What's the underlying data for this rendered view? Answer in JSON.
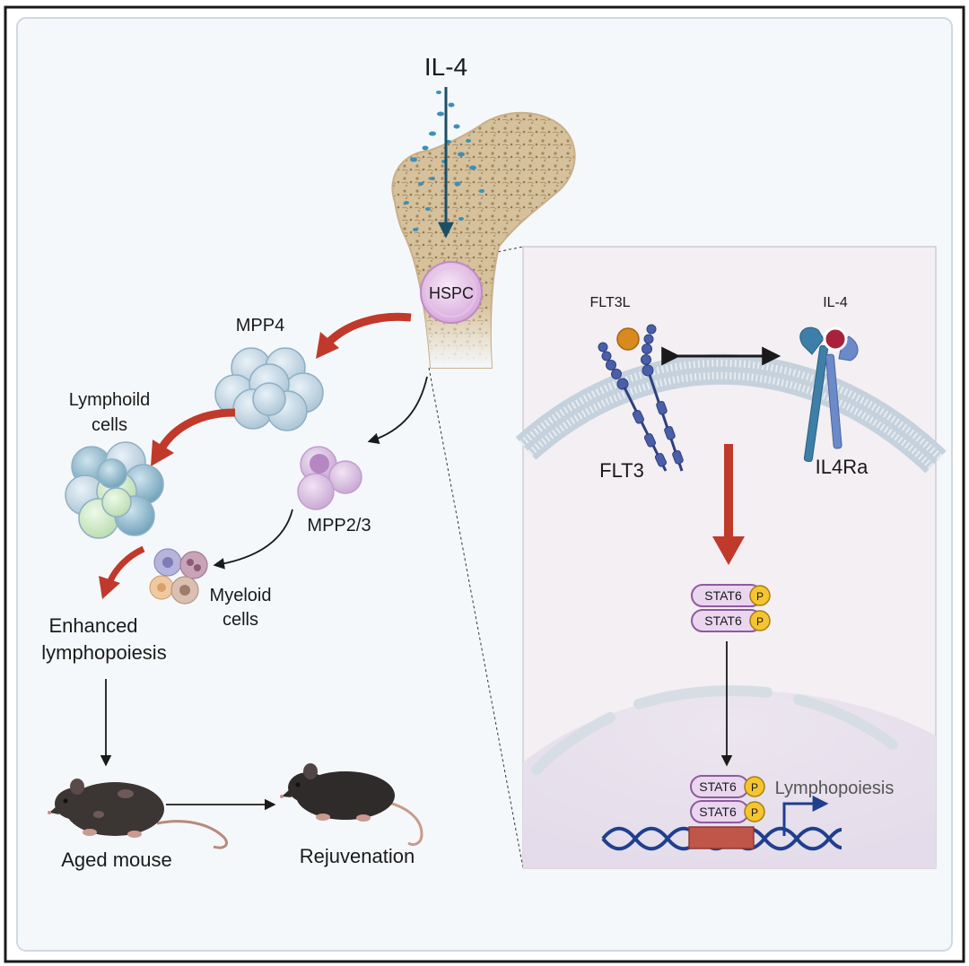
{
  "labels": {
    "il4_top": "IL-4",
    "hspc": "HSPC",
    "mpp4": "MPP4",
    "lymphoid_line1": "Lymphoild",
    "lymphoid_line2": "cells",
    "mpp23": "MPP2/3",
    "myeloid_line1": "Myeloid",
    "myeloid_line2": "cells",
    "enhanced_line1": "Enhanced",
    "enhanced_line2": "lymphopoiesis",
    "aged_mouse": "Aged mouse",
    "rejuvenation": "Rejuvenation",
    "flt3l": "FLT3L",
    "il4_receptor_ligand": "IL-4",
    "flt3": "FLT3",
    "il4ra": "IL4Ra",
    "stat6_a": "STAT6",
    "stat6_b": "STAT6",
    "stat6_c": "STAT6",
    "stat6_d": "STAT6",
    "phospho": "P",
    "lymphopoiesis": "Lymphopoiesis"
  },
  "colors": {
    "frame_border": "#1a1a1a",
    "panel_bg": "#f5f8fb",
    "inset_bg": "#f3eff2",
    "bone": "#d4bf9c",
    "red_arrow": "#c0392b",
    "dark_arrow": "#1b4f66",
    "stat6_fill": "#ead6ef",
    "stat6_stroke": "#8e5aa0",
    "phospho_fill": "#f5c531",
    "dna": "#1f3f8f",
    "promoter": "#c0554a",
    "hspc": "#e9c6ea"
  }
}
